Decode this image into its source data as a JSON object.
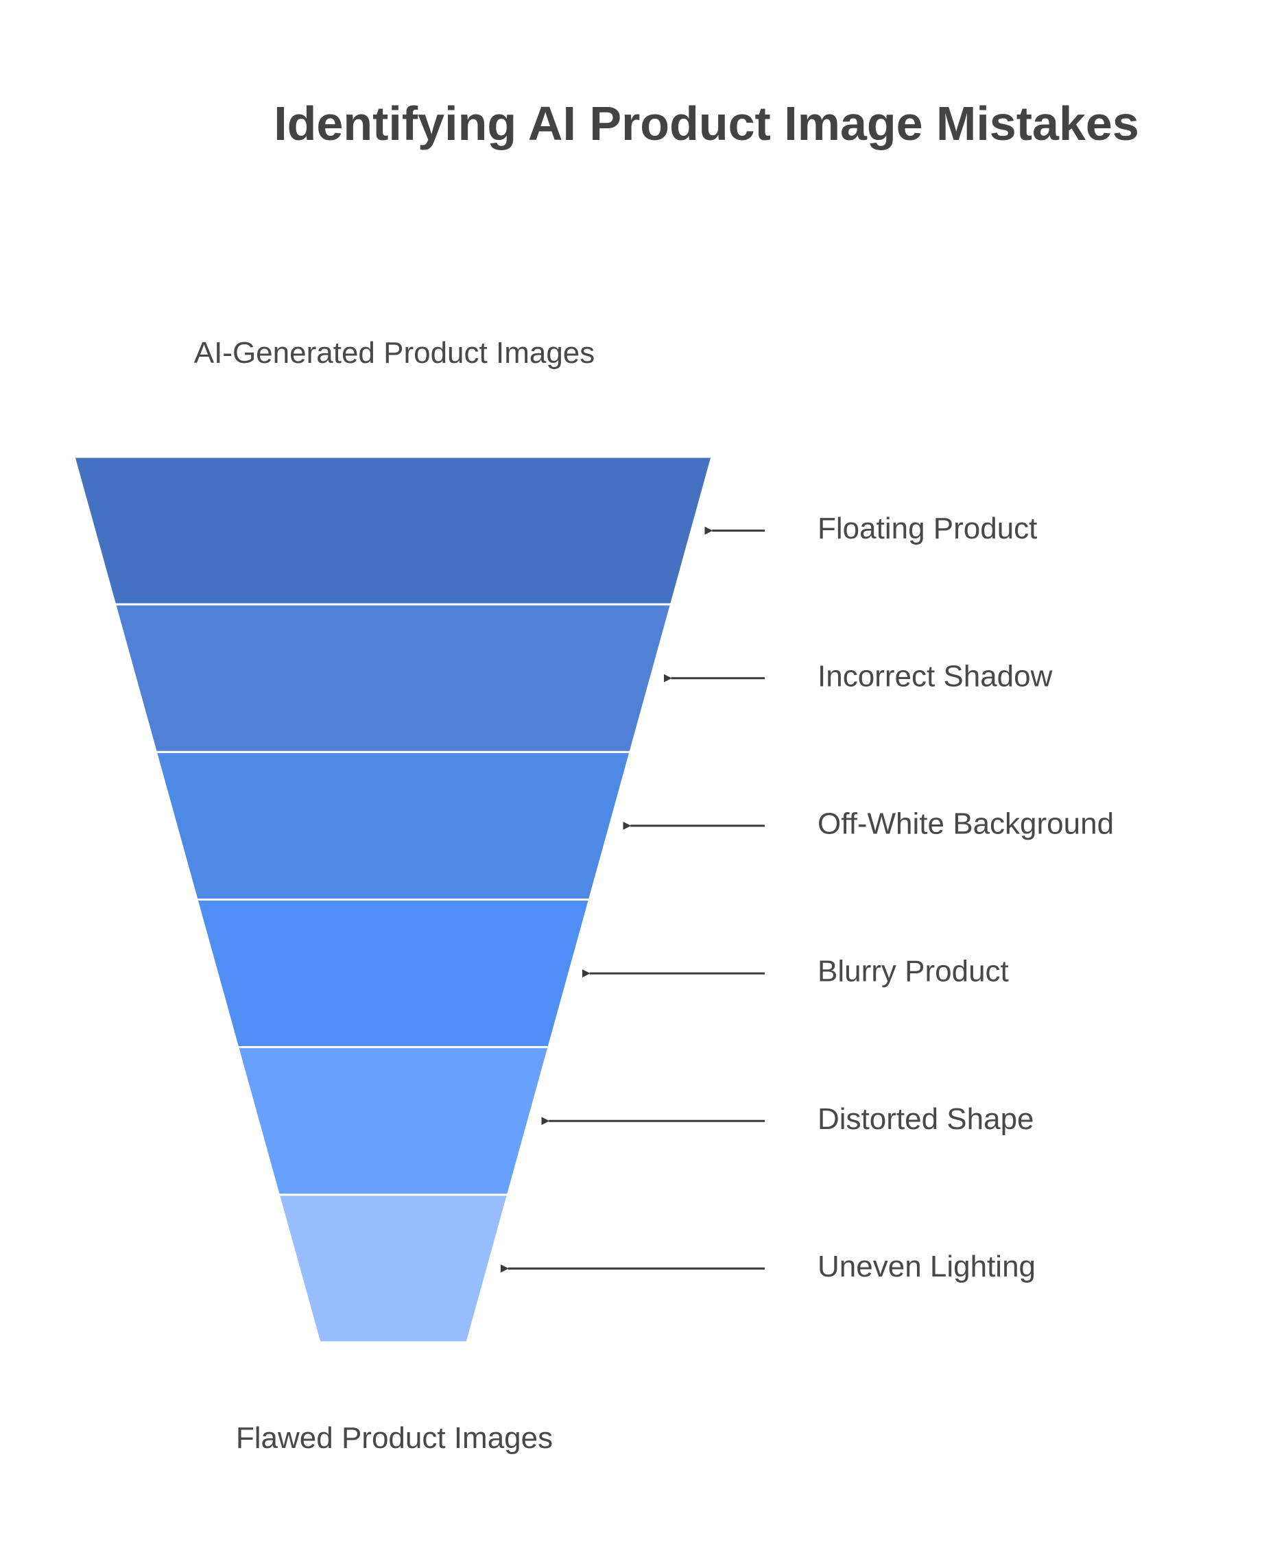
{
  "title": "Identifying AI Product Image Mistakes",
  "top_label": "AI-Generated Product Images",
  "bottom_label": "Flawed Product Images",
  "stages": [
    {
      "label": "Floating Product",
      "color": "#4472C0"
    },
    {
      "label": "Incorrect Shadow",
      "color": "#5181D6"
    },
    {
      "label": "Off-White Background",
      "color": "#4E89E6"
    },
    {
      "label": "Blurry Product",
      "color": "#4F8FF5"
    },
    {
      "label": "Distorted Shape",
      "color": "#68A0FD"
    },
    {
      "label": "Uneven Lighting",
      "color": "#97BDFE"
    }
  ]
}
